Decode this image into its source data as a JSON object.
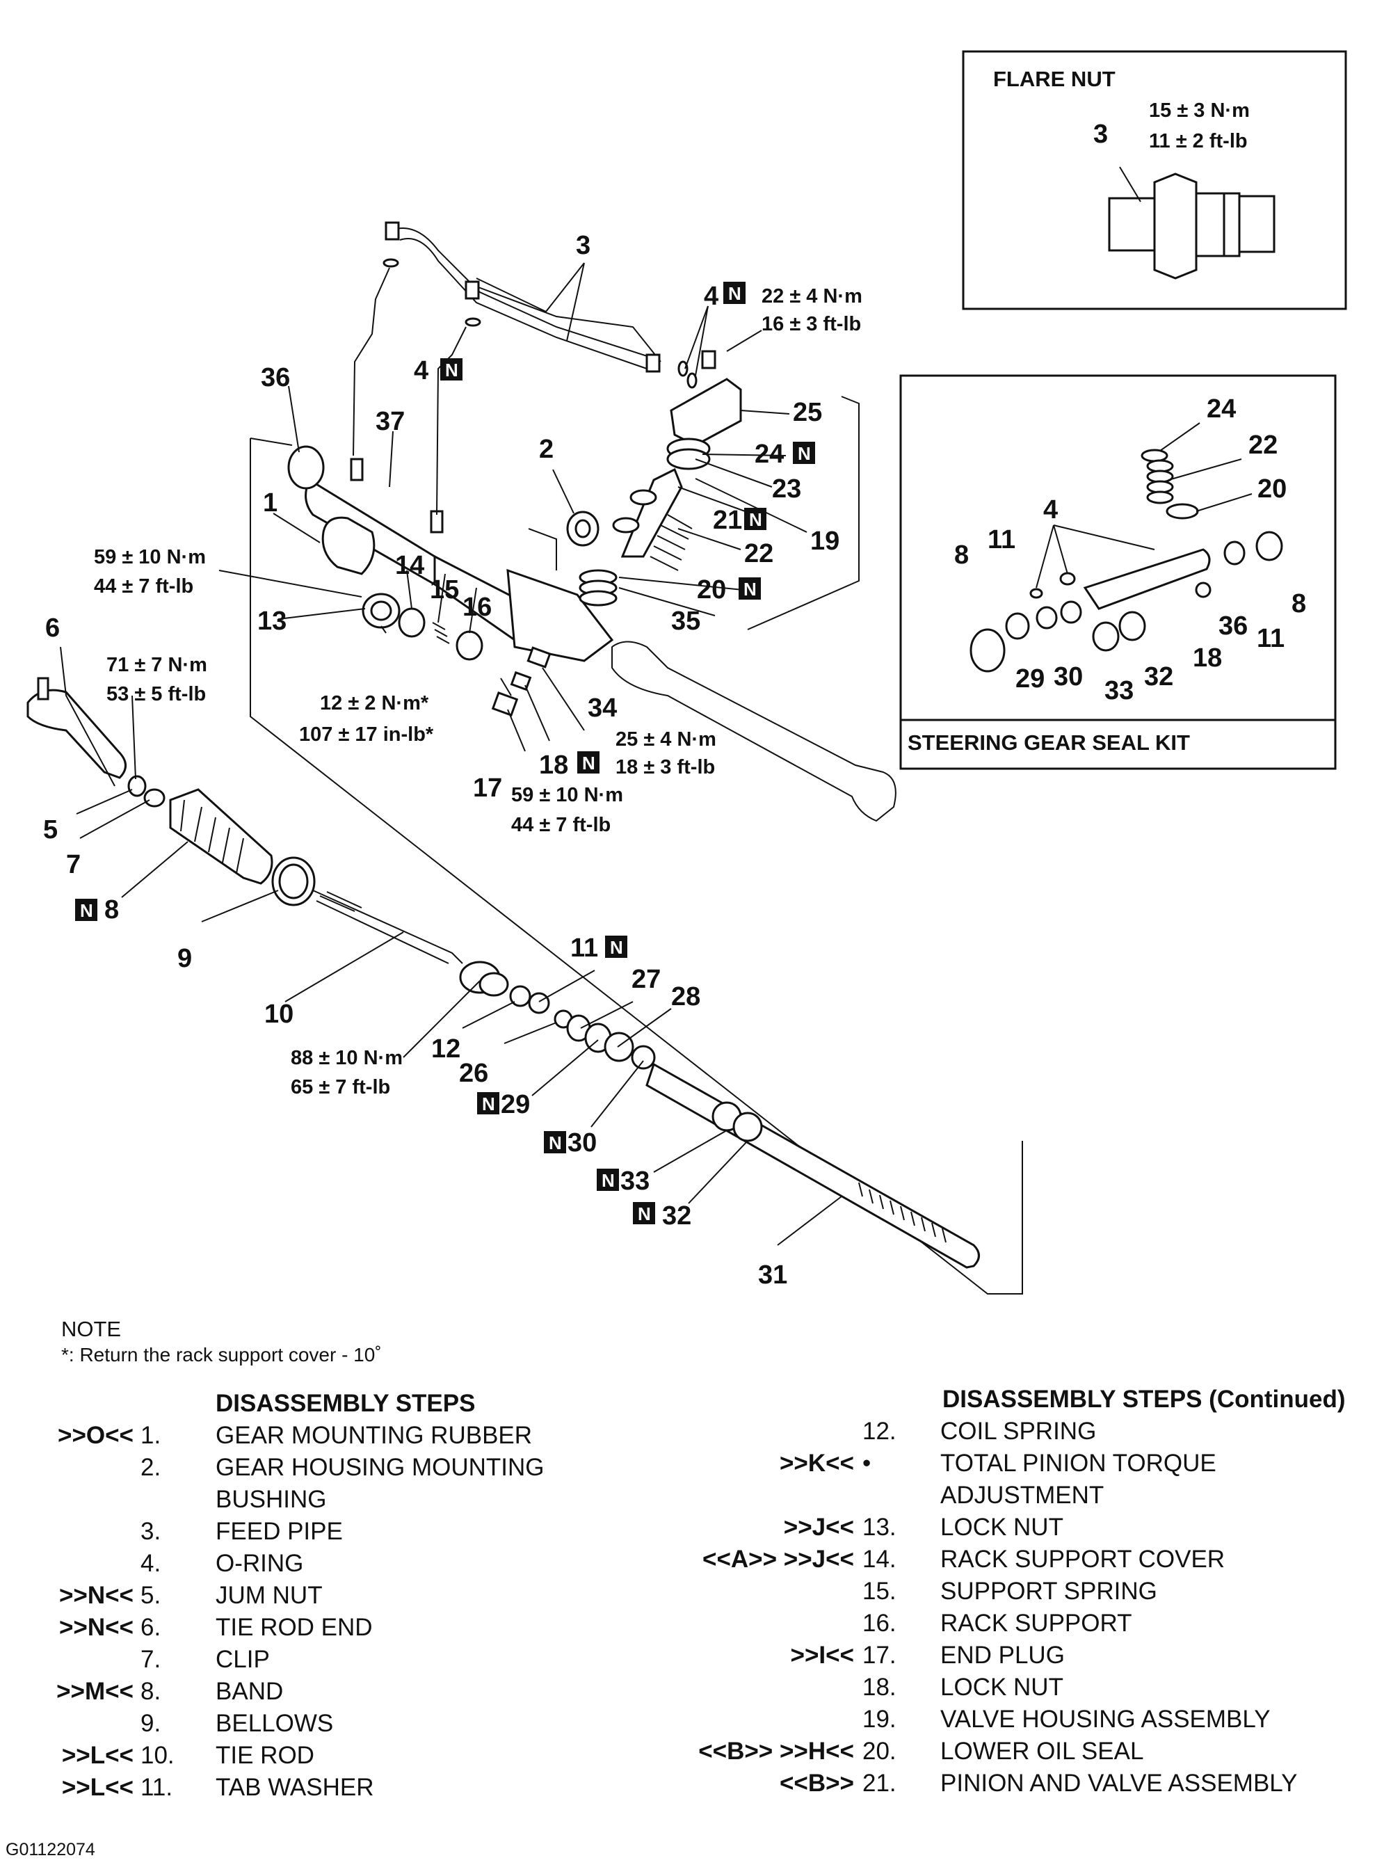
{
  "flare_nut_box": {
    "title": "FLARE NUT",
    "part": "3",
    "torque_nm": "15 ± 3 N·m",
    "torque_ft": "11 ± 2 ft-lb"
  },
  "seal_kit_box": {
    "title": "STEERING GEAR SEAL KIT",
    "labels": [
      "24",
      "22",
      "20",
      "4",
      "8",
      "11",
      "29",
      "30",
      "33",
      "32",
      "18",
      "36",
      "11",
      "8"
    ]
  },
  "diagram_labels": {
    "p3": "3",
    "p4a": "4",
    "p4b": "4",
    "p36": "36",
    "p37": "37",
    "p2": "2",
    "p1": "1",
    "p25": "25",
    "p24": "24",
    "p23": "23",
    "p21": "21",
    "p22": "22",
    "p19": "19",
    "p20": "20",
    "p35": "35",
    "p13": "13",
    "p14": "14",
    "p15": "15",
    "p16": "16",
    "p6": "6",
    "p5": "5",
    "p7": "7",
    "p8": "8",
    "p9": "9",
    "p10": "10",
    "p34": "34",
    "p17": "17",
    "p18": "18",
    "p11": "11",
    "p27": "27",
    "p28": "28",
    "p12": "12",
    "p26": "26",
    "p29": "29",
    "p30": "30",
    "p33": "33",
    "p32": "32",
    "p31": "31",
    "new_mark": "N"
  },
  "torques": {
    "t_feed_nm": "22 ± 4 N·m",
    "t_feed_ft": "16 ± 3 ft-lb",
    "t_mount_nm": "59 ± 10 N·m",
    "t_mount_ft": "44 ± 7 ft-lb",
    "t_tre_nm": "71 ± 7 N·m",
    "t_tre_ft": "53 ± 5 ft-lb",
    "t_cover_nm": "12 ± 2 N·m*",
    "t_cover_in": "107 ± 17 in-lb*",
    "t_lock_nm": "25 ± 4 N·m",
    "t_lock_ft": "18 ± 3 ft-lb",
    "t_plug_nm": "59 ± 10 N·m",
    "t_plug_ft": "44 ± 7 ft-lb",
    "t_rod_nm": "88 ± 10 N·m",
    "t_rod_ft": "65 ± 7 ft-lb"
  },
  "note": {
    "heading": "NOTE",
    "text": "*: Return the rack support cover - 10˚"
  },
  "steps_left": {
    "heading": "DISASSEMBLY STEPS",
    "rows": [
      {
        "ref": ">>O<<",
        "num": "1.",
        "text": "GEAR MOUNTING RUBBER"
      },
      {
        "ref": "",
        "num": "2.",
        "text": "GEAR HOUSING MOUNTING"
      },
      {
        "ref": "",
        "num": "",
        "text": "BUSHING"
      },
      {
        "ref": "",
        "num": "3.",
        "text": "FEED PIPE"
      },
      {
        "ref": "",
        "num": "4.",
        "text": "O-RING"
      },
      {
        "ref": ">>N<<",
        "num": "5.",
        "text": "JUM NUT"
      },
      {
        "ref": ">>N<<",
        "num": "6.",
        "text": "TIE ROD END"
      },
      {
        "ref": "",
        "num": "7.",
        "text": "CLIP"
      },
      {
        "ref": ">>M<<",
        "num": "8.",
        "text": "BAND"
      },
      {
        "ref": "",
        "num": "9.",
        "text": "BELLOWS"
      },
      {
        "ref": ">>L<<",
        "num": "10.",
        "text": "TIE ROD"
      },
      {
        "ref": ">>L<<",
        "num": "11.",
        "text": "TAB WASHER"
      }
    ]
  },
  "steps_right": {
    "heading": "DISASSEMBLY STEPS (Continued)",
    "rows": [
      {
        "ref": "",
        "num": "12.",
        "text": "COIL SPRING"
      },
      {
        "ref": ">>K<<",
        "num": "•",
        "text": "TOTAL PINION TORQUE"
      },
      {
        "ref": "",
        "num": "",
        "text": "ADJUSTMENT"
      },
      {
        "ref": ">>J<<",
        "num": "13.",
        "text": "LOCK NUT"
      },
      {
        "ref": "<<A>> >>J<<",
        "num": "14.",
        "text": "RACK SUPPORT COVER"
      },
      {
        "ref": "",
        "num": "15.",
        "text": "SUPPORT SPRING"
      },
      {
        "ref": "",
        "num": "16.",
        "text": "RACK SUPPORT"
      },
      {
        "ref": ">>I<<",
        "num": "17.",
        "text": "END PLUG"
      },
      {
        "ref": "",
        "num": "18.",
        "text": "LOCK NUT"
      },
      {
        "ref": "",
        "num": "19.",
        "text": "VALVE HOUSING ASSEMBLY"
      },
      {
        "ref": "<<B>> >>H<<",
        "num": "20.",
        "text": "LOWER OIL SEAL"
      },
      {
        "ref": "<<B>>",
        "num": "21.",
        "text": "PINION AND VALVE ASSEMBLY"
      }
    ]
  },
  "figure_code": "G01122074"
}
